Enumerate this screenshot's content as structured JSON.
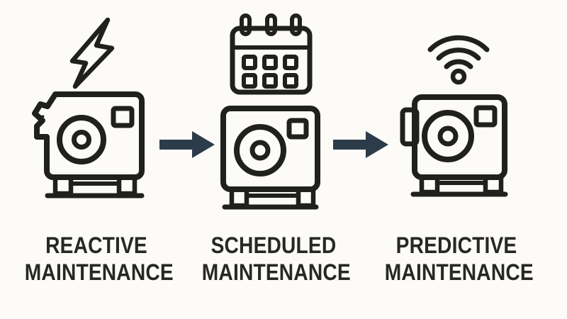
{
  "diagram": {
    "stages": [
      {
        "name": "reactive",
        "label_line1": "REACTIVE",
        "label_line2": "MAINTENANCE",
        "badge_icon": "lightning-bolt-icon",
        "machine_icon": "broken-machine-icon"
      },
      {
        "name": "scheduled",
        "label_line1": "SCHEDULED",
        "label_line2": "MAINTENANCE",
        "badge_icon": "calendar-icon",
        "machine_icon": "machine-icon"
      },
      {
        "name": "predictive",
        "label_line1": "PREDICTIVE",
        "label_line2": "MAINTENANCE",
        "badge_icon": "wifi-signal-icon",
        "machine_icon": "machine-icon"
      }
    ],
    "arrows": [
      {
        "icon": "right-arrow-icon",
        "direction": "right"
      },
      {
        "icon": "right-arrow-icon",
        "direction": "right"
      }
    ],
    "colors": {
      "background": "#fcfbf8",
      "icon_line": "#20201e",
      "text": "#272725",
      "arrow": "#2d3c4a"
    }
  }
}
